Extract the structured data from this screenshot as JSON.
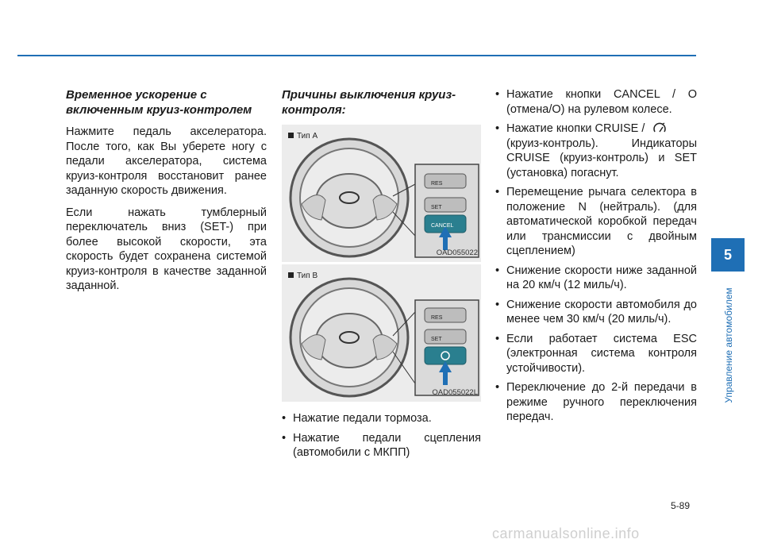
{
  "left": {
    "heading": "Временное ускорение с включенным круиз-контролем",
    "para1": "Нажмите педаль акселератора. После того, как Вы уберете ногу с педали акселератора, система круиз-контроля восстановит ранее заданную скорость движения.",
    "para2": "Если нажать тумблерный переключатель вниз (SET-) при более высокой скорости, эта скорость будет сохранена системой круиз-контроля в качестве заданной заданной."
  },
  "middle": {
    "heading": "Причины выключения круиз-контроля:",
    "figure_a": {
      "label": "Тип A",
      "code": "OAD055022",
      "btn_res": "RES",
      "btn_set": "SET",
      "btn_cancel": "CANCEL"
    },
    "figure_b": {
      "label": "Тип B",
      "code": "OAD055022L",
      "btn_res": "RES",
      "btn_set": "SET"
    },
    "bullets": [
      "Нажатие педали тормоза.",
      "Нажатие педали сцепления (автомобили с МКПП)"
    ]
  },
  "right": {
    "bullets": [
      "Нажатие кнопки CANCEL / O (отмена/O) на рулевом колесе.",
      "Нажатие кнопки CRUISE /",
      "(круиз-контроль). Индикаторы CRUISE (круиз-контроль) и SET (установка) погаснут.",
      "Перемещение рычага селектора в положение N (нейтраль). (для автоматической коробкой передач или трансмиссии с двойным сцеплением)",
      "Снижение скорости ниже заданной на 20 км/ч (12 миль/ч).",
      "Снижение скорости автомобиля до менее чем 30 км/ч (20 миль/ч).",
      "Если работает система ESC (электронная система контроля устойчивости).",
      "Переключение до 2-й передачи в режиме ручного переключения передач."
    ]
  },
  "sidebar": {
    "chapter_number": "5",
    "chapter_title": "Управление автомобилем"
  },
  "footer": {
    "page_number": "5-89",
    "watermark": "carmanualsonline.info"
  },
  "colors": {
    "accent": "#1f6fb5",
    "button_teal": "#2a7f8f"
  },
  "icons": [
    "cruise-icon",
    "steering-wheel-icon",
    "arrow-up-icon"
  ]
}
